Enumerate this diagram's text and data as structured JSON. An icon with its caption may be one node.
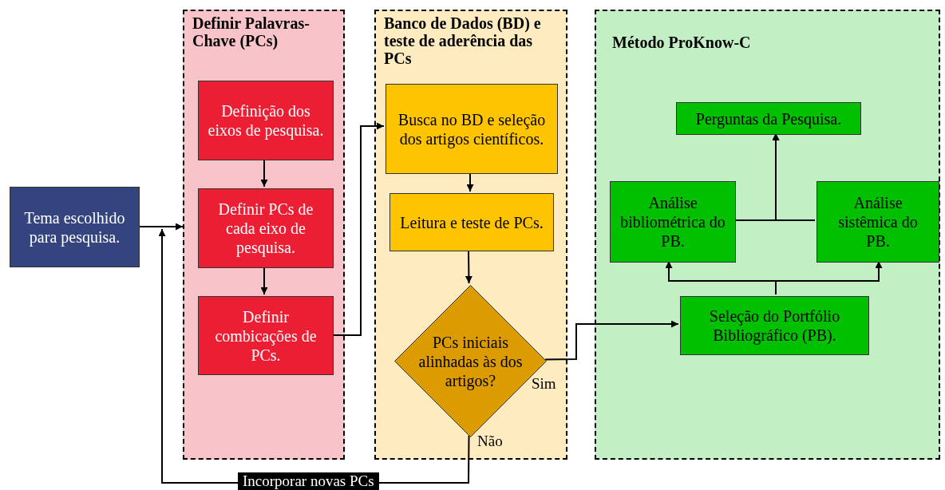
{
  "diagram": {
    "nodes": [
      {
        "text": [
          "Tema escolhido para pesquisa."
        ]
      },
      {
        "text": [
          "Definir Palavras-Chave (PCs)"
        ]
      },
      {
        "text": [
          "Definição dos eixos de pesquisa."
        ],
        "in": 1
      },
      {
        "text": [
          "Definir PCs de cada eixo de pesquisa."
        ],
        "in": 1
      },
      {
        "text": [
          "Definir combicações de PCs."
        ],
        "in": 1
      },
      {
        "text": [
          "Banco de Dados (BD) e teste de aderência das PCs"
        ]
      },
      {
        "text": [
          "Busca no BD e seleção dos artigos científicos."
        ],
        "in": 5
      },
      {
        "text": [
          "Leitura e teste de PCs."
        ],
        "in": 5
      },
      {
        "text": [
          "PCs iniciais alinhadas às dos artigos?"
        ],
        "in": 5
      },
      {
        "text": [
          "Método ProKnow-C"
        ]
      },
      {
        "text": [
          "Perguntas da Pesquisa."
        ],
        "in": 9
      },
      {
        "text": [
          "Análise bibliométrica do PB."
        ],
        "in": 9
      },
      {
        "text": [
          "Análise sistêmica do PB."
        ],
        "in": 9
      },
      {
        "text": [
          "Seleção do Portfólio Bibliográfico (PB)."
        ],
        "in": 9
      }
    ],
    "edges": [
      {
        "from": 0,
        "to": 1,
        "arrow": "to"
      },
      {
        "from": 2,
        "to": 3,
        "arrow": "to"
      },
      {
        "from": 3,
        "to": 4,
        "arrow": "to"
      },
      {
        "from": 4,
        "to": 6,
        "arrow": "to"
      },
      {
        "from": 6,
        "to": 7,
        "arrow": "to"
      },
      {
        "from": 7,
        "to": 8,
        "arrow": "to"
      },
      {
        "from": 8,
        "to": 13,
        "arrow": "to",
        "label": "Sim"
      },
      {
        "from": 8,
        "to": 1,
        "arrow": "to",
        "label": "Incorporar novas PCs"
      },
      {
        "from": 13,
        "to": 11,
        "arrow": "to"
      },
      {
        "from": 13,
        "to": 12,
        "arrow": "to"
      },
      {
        "from": 11,
        "to": 10,
        "arrow": "to"
      },
      {
        "from": 12,
        "to": 10,
        "arrow": "to"
      }
    ],
    "labels": [
      "Não"
    ]
  }
}
